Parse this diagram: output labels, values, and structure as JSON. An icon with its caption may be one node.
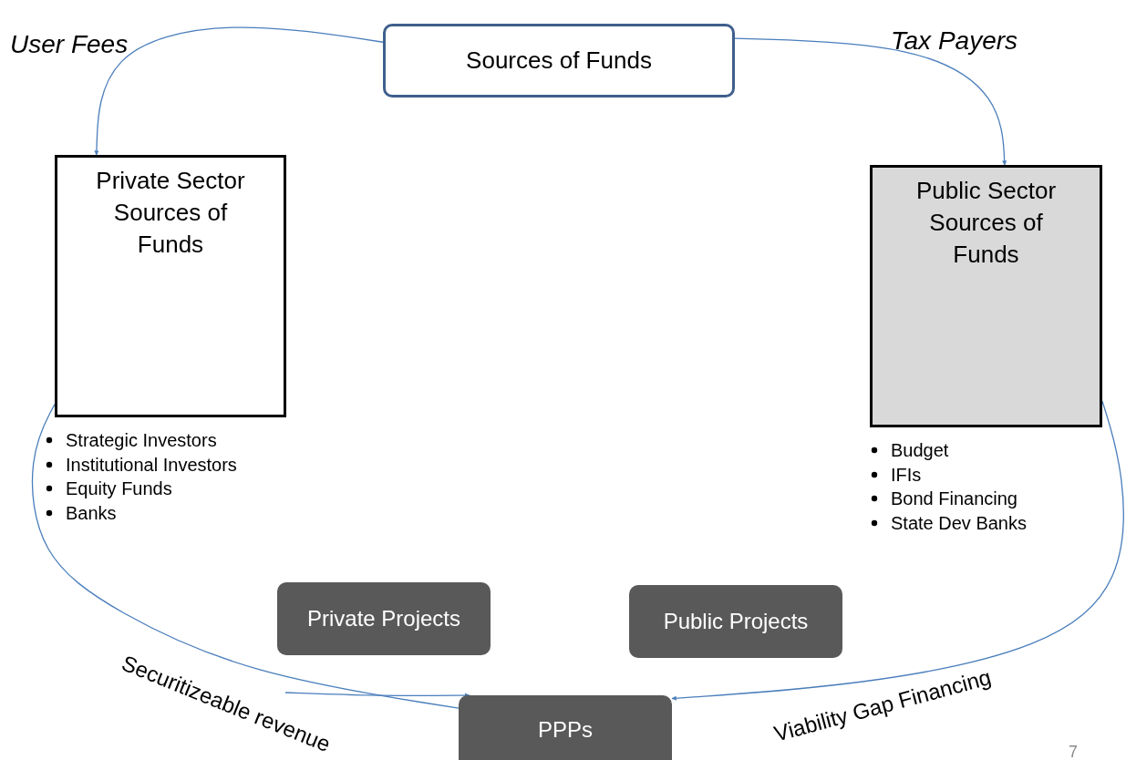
{
  "diagram": {
    "nodes": [
      {
        "text": [
          "Sources of Funds"
        ]
      },
      {
        "text": [
          "Private Sector Sources of Funds"
        ],
        "beside": [
          "Strategic Investors",
          "Institutional Investors",
          "Equity Funds",
          "Banks"
        ]
      },
      {
        "text": [
          "Public Sector Sources of Funds"
        ],
        "beside": [
          "Budget",
          "IFIs",
          "Bond Financing",
          "State Dev Banks"
        ]
      },
      {
        "text": [
          "Private Projects"
        ]
      },
      {
        "text": [
          "Public Projects"
        ]
      },
      {
        "text": [
          "PPPs"
        ]
      }
    ],
    "edges": [
      {
        "from": 0,
        "to": 1,
        "arrow": "to"
      },
      {
        "from": 0,
        "to": 2,
        "arrow": "to"
      },
      {
        "from": 1,
        "to": 5,
        "arrow": "none",
        "label": "Securitizeable revenue"
      },
      {
        "from": null,
        "to": 5,
        "arrow": "to"
      },
      {
        "from": 2,
        "to": 5,
        "arrow": "to",
        "label": "Viability Gap Financing"
      }
    ],
    "labels": [
      "User Fees",
      "Tax Payers",
      "7"
    ]
  }
}
